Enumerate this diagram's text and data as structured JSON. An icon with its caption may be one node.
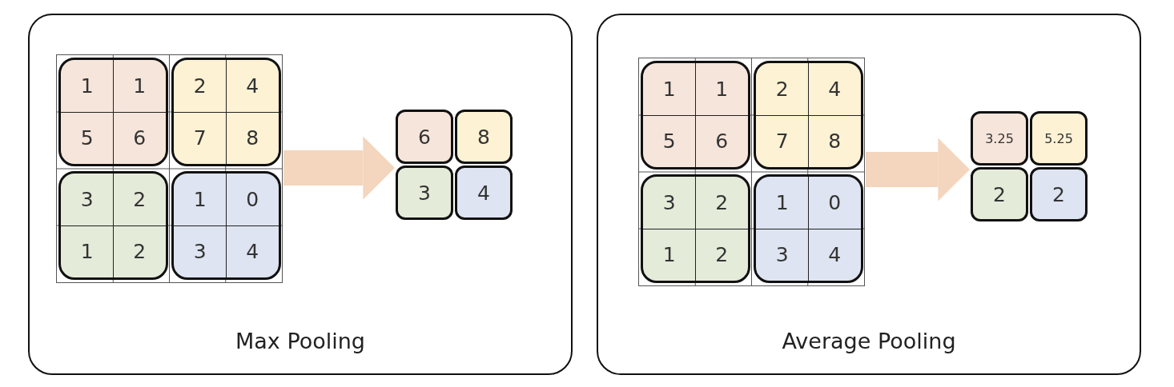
{
  "diagram": {
    "nodes": [
      {
        "text": [
          "Max Pooling"
        ]
      },
      {
        "text": [],
        "shape": "box",
        "in": 0
      },
      {
        "text": [
          "1",
          "1",
          "5",
          "6"
        ],
        "in": 1
      },
      {
        "text": [
          "2",
          "4",
          "7",
          "8"
        ],
        "in": 1
      },
      {
        "text": [
          "3",
          "2",
          "1",
          "2"
        ],
        "in": 1
      },
      {
        "text": [
          "1",
          "0",
          "3",
          "4"
        ],
        "in": 1
      },
      {
        "text": [],
        "shape": "box",
        "in": 0
      },
      {
        "text": [
          "6"
        ],
        "in": 6
      },
      {
        "text": [
          "8"
        ],
        "in": 6
      },
      {
        "text": [
          "3"
        ],
        "in": 6
      },
      {
        "text": [
          "4"
        ],
        "in": 6
      },
      {
        "text": [
          "Average Pooling"
        ]
      },
      {
        "text": [],
        "shape": "box",
        "in": 11
      },
      {
        "text": [
          "1",
          "1",
          "5",
          "6"
        ],
        "in": 12
      },
      {
        "text": [
          "2",
          "4",
          "7",
          "8"
        ],
        "in": 12
      },
      {
        "text": [
          "3",
          "2",
          "1",
          "2"
        ],
        "in": 12
      },
      {
        "text": [
          "1",
          "0",
          "3",
          "4"
        ],
        "in": 12
      },
      {
        "text": [],
        "shape": "box",
        "in": 11
      },
      {
        "text": [
          "3.25"
        ],
        "in": 17
      },
      {
        "text": [
          "5.25"
        ],
        "in": 17
      },
      {
        "text": [
          "2"
        ],
        "in": 17
      },
      {
        "text": [
          "2"
        ],
        "in": 17
      }
    ],
    "edges": [
      {
        "from": 1,
        "to": 6,
        "arrow": "to",
        "color": "#f3d6bd"
      },
      {
        "from": 12,
        "to": 17,
        "arrow": "to",
        "color": "#f3d6bd"
      }
    ]
  }
}
